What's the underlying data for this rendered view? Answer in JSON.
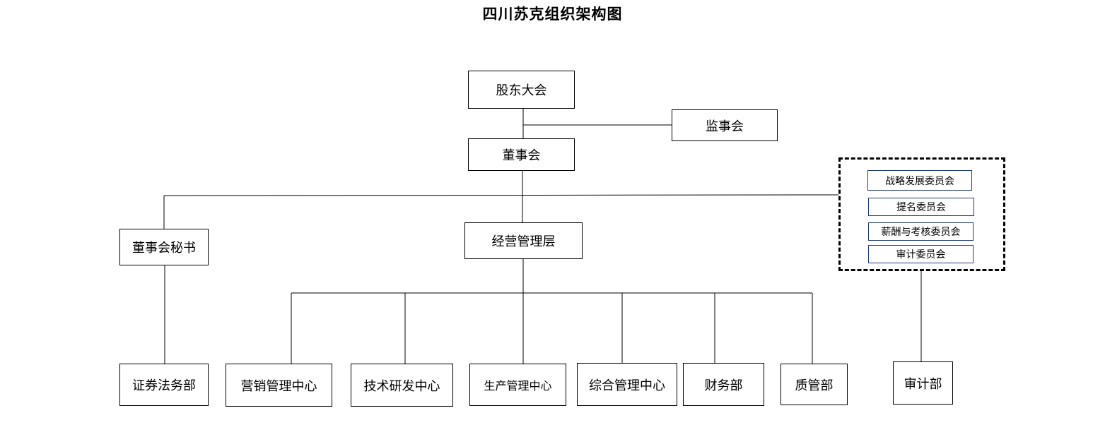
{
  "title": "四川苏克组织架构图",
  "nodes": {
    "shareholders": "股东大会",
    "supervisors": "监事会",
    "board": "董事会",
    "board_secretary": "董事会秘书",
    "management": "经营管理层",
    "securities_legal": "证券法务部",
    "marketing": "营销管理中心",
    "rnd": "技术研发中心",
    "production": "生产管理中心",
    "general": "综合管理中心",
    "finance": "财务部",
    "quality": "质管部",
    "audit_dept": "审计部"
  },
  "committees": [
    "战略发展委员会",
    "提名委员会",
    "薪酬与考核委员会",
    "审计委员会"
  ]
}
